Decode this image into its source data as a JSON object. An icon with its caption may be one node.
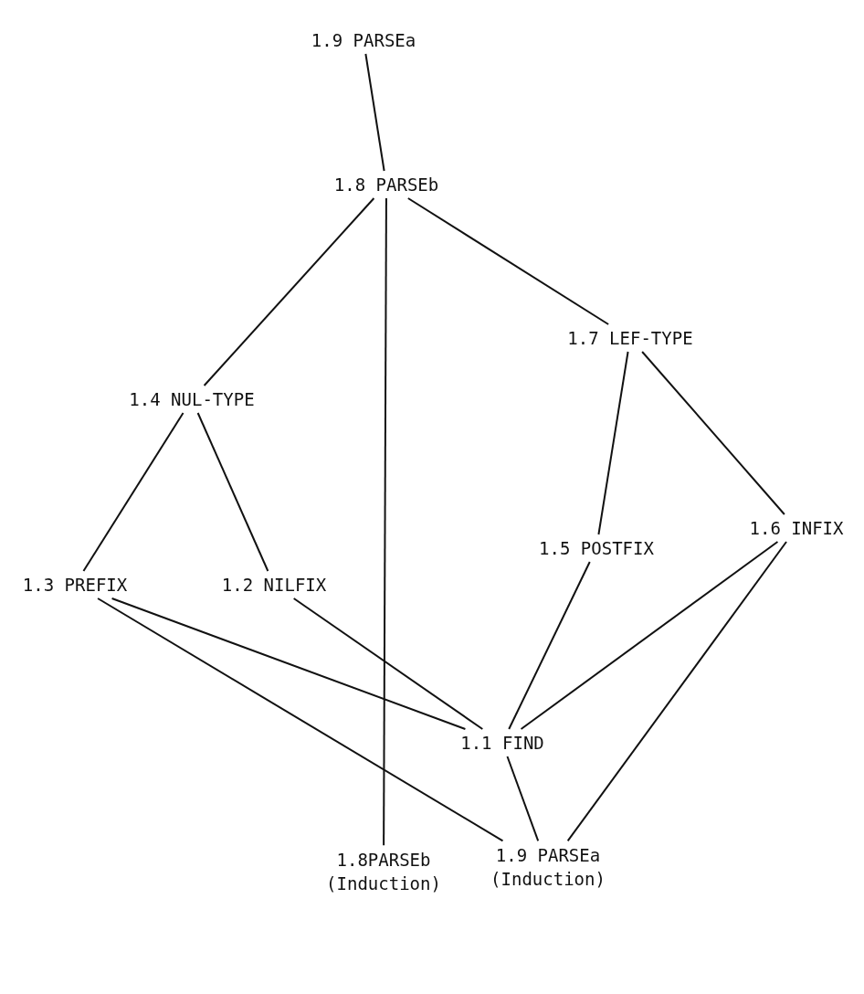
{
  "diagram": {
    "nodes": [
      {
        "text": [
          "1.9 PARSEa"
        ]
      },
      {
        "text": [
          "1.8 PARSEb"
        ]
      },
      {
        "text": [
          "1.7 LEF-TYPE"
        ]
      },
      {
        "text": [
          "1.4 NUL-TYPE"
        ]
      },
      {
        "text": [
          "1.6 INFIX"
        ]
      },
      {
        "text": [
          "1.5 POSTFIX"
        ]
      },
      {
        "text": [
          "1.3 PREFIX"
        ]
      },
      {
        "text": [
          "1.2 NILFIX"
        ]
      },
      {
        "text": [
          "1.1 FIND"
        ]
      },
      {
        "text": [
          "1.8PARSEb (Induction)"
        ]
      },
      {
        "text": [
          "1.9 PARSEa (Induction)"
        ]
      }
    ],
    "edges": [
      {
        "from": 0,
        "to": 1,
        "arrow": "none"
      },
      {
        "from": 1,
        "to": 3,
        "arrow": "none"
      },
      {
        "from": 1,
        "to": 2,
        "arrow": "none"
      },
      {
        "from": 1,
        "to": 9,
        "arrow": "none"
      },
      {
        "from": 3,
        "to": 6,
        "arrow": "none"
      },
      {
        "from": 3,
        "to": 7,
        "arrow": "none"
      },
      {
        "from": 2,
        "to": 5,
        "arrow": "none"
      },
      {
        "from": 2,
        "to": 4,
        "arrow": "none"
      },
      {
        "from": 6,
        "to": 8,
        "arrow": "none"
      },
      {
        "from": 6,
        "to": 10,
        "arrow": "none"
      },
      {
        "from": 7,
        "to": 8,
        "arrow": "none"
      },
      {
        "from": 5,
        "to": 8,
        "arrow": "none"
      },
      {
        "from": 4,
        "to": 8,
        "arrow": "none"
      },
      {
        "from": 4,
        "to": 10,
        "arrow": "none"
      },
      {
        "from": 8,
        "to": 10,
        "arrow": "none"
      }
    ]
  }
}
